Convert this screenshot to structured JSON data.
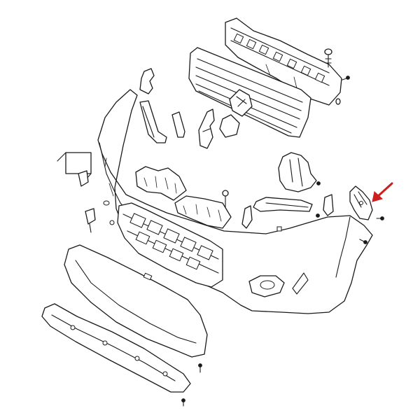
{
  "diagram": {
    "kind": "exploded-parts-view",
    "subject": "front-bumper-assembly",
    "parts": [
      "grille-upper-bracket",
      "radiator-grille",
      "grille-emblem",
      "bumper-side-bracket-left",
      "bumper-center-bracket",
      "bumper-fascia",
      "bumper-lower-grille",
      "fog-lamp-bezel",
      "bumper-side-bracket-right",
      "headlamp-mount-bracket",
      "lower-spoiler",
      "bumper-reinforcement-beam",
      "clips-and-screws"
    ],
    "highlight": {
      "part": "bumper-side-bracket-right",
      "marker": "arrow",
      "color": "#cc1f1f"
    },
    "colors": {
      "stroke": "#1a1a1a",
      "background": "#ffffff",
      "highlight": "#cc1f1f"
    }
  }
}
